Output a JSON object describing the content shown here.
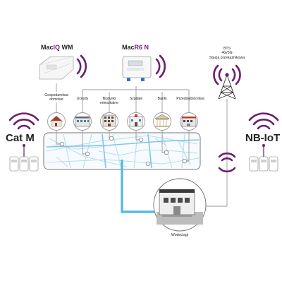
{
  "devices": {
    "maciq_prefix": "Mac",
    "maciq_accent": "IQ",
    "maciq_suffix": " WM",
    "macr6_prefix": "Mac",
    "macr6_accent": "R6 N",
    "macr6_suffix": ""
  },
  "bts": {
    "line1": "BTS",
    "line2": "4G/5G",
    "line3": "Stacja przekaźnikowa"
  },
  "networks": {
    "left": "Cat M",
    "right": "NB-IoT"
  },
  "categories": [
    {
      "line1": "Gospodarstwa",
      "line2": "domowe",
      "icon": "house-icon"
    },
    {
      "line1": "Urzędy",
      "line2": "",
      "icon": "office-icon"
    },
    {
      "line1": "Budynki",
      "line2": "mieszkalne",
      "icon": "apartment-icon"
    },
    {
      "line1": "Szpitale",
      "line2": "",
      "icon": "hospital-icon"
    },
    {
      "line1": "Banki",
      "line2": "",
      "icon": "bank-icon"
    },
    {
      "line1": "Przedsiębiorstwa",
      "line2": "",
      "icon": "factory-icon"
    }
  ],
  "waterworks": {
    "label": "Wodociągi",
    "icon": "waterworks-icon"
  },
  "colors": {
    "accent": "#6b1f6e",
    "water": "#4fb7e6",
    "street": "#b9ddf2",
    "line": "#9a9a9a",
    "text": "#222222"
  }
}
